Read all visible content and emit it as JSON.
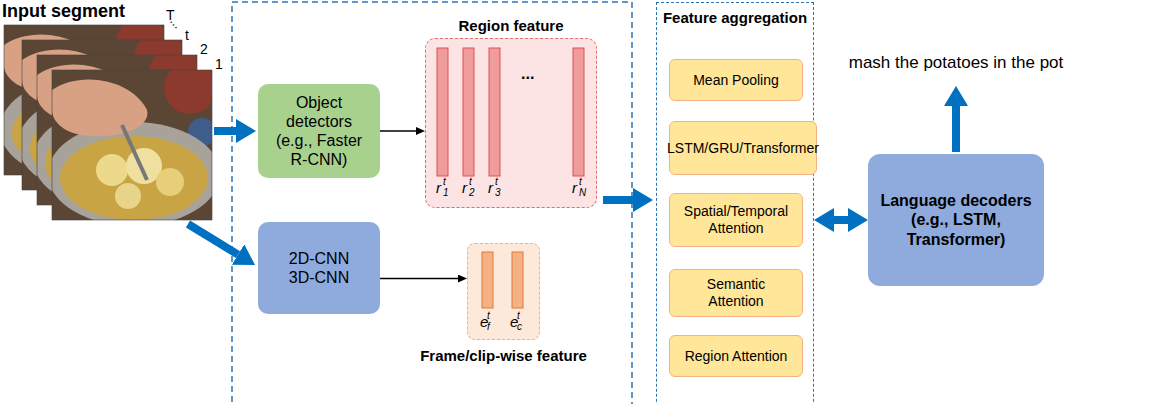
{
  "diagram": {
    "nodes": [
      {
        "text": [
          "Object detectors (e.g., Faster R-CNN)"
        ]
      },
      {
        "text": [
          "2D-CNN",
          "3D-CNN"
        ]
      },
      {
        "text": [
          "Region feature"
        ]
      },
      {
        "text": [
          "Frame/clip-wise feature"
        ]
      },
      {
        "text": [
          "Feature aggregation"
        ]
      },
      {
        "text": [
          "Mean Pooling"
        ],
        "in": 4
      },
      {
        "text": [
          "LSTM/GRU/Transformer"
        ],
        "in": 4
      },
      {
        "text": [
          "Spatial/Temporal Attention"
        ],
        "in": 4
      },
      {
        "text": [
          "Semantic Attention"
        ],
        "in": 4
      },
      {
        "text": [
          "Region Attention"
        ],
        "in": 4
      },
      {
        "text": [
          "Language decoders (e.g., LSTM, Transformer)"
        ]
      }
    ],
    "edges": [
      {
        "from": 0,
        "to": 2,
        "arrow": "to"
      },
      {
        "from": 1,
        "to": 3,
        "arrow": "to"
      },
      {
        "from": 4,
        "to": 10,
        "arrow": "both"
      }
    ],
    "labels": [
      "Input segment",
      "T",
      "...",
      "t",
      "2",
      "1",
      "r",
      "1",
      "t",
      "r",
      "2",
      "t",
      "r",
      "3",
      "t",
      "...",
      "r",
      "N",
      "t",
      "e",
      "f",
      "t",
      "e",
      "c",
      "t",
      "mash the potatoes in the pot"
    ]
  }
}
